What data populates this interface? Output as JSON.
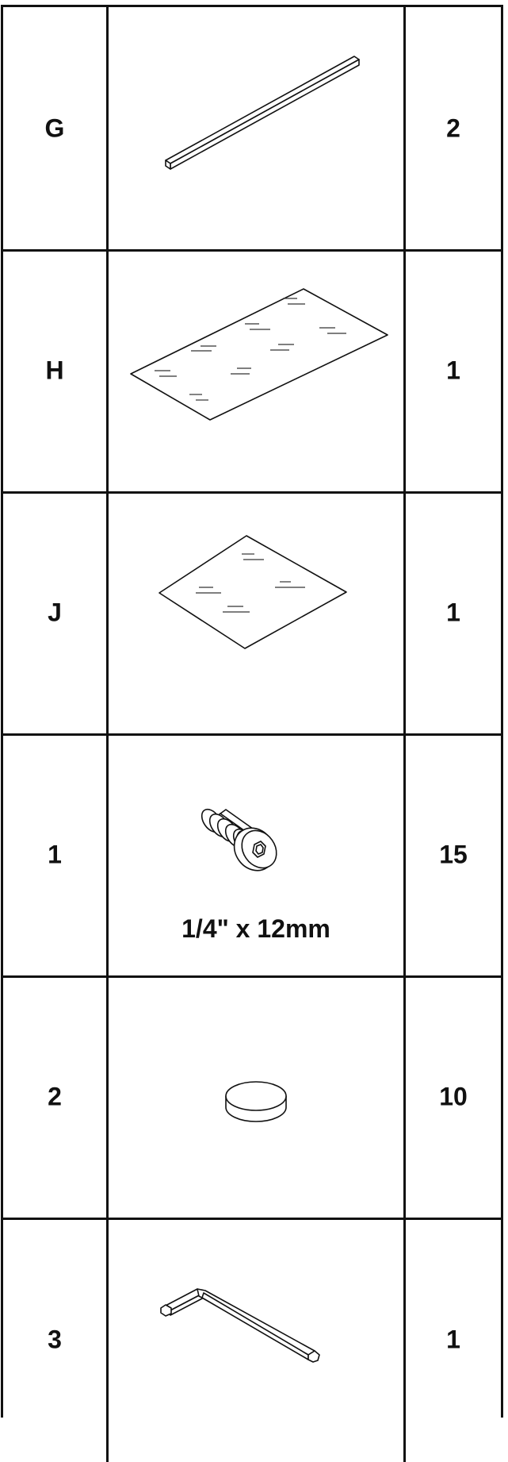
{
  "parts": [
    {
      "id": "G",
      "quantity": "2",
      "icon": "rod-icon"
    },
    {
      "id": "H",
      "quantity": "1",
      "icon": "large-glass-panel-icon"
    },
    {
      "id": "J",
      "quantity": "1",
      "icon": "small-glass-panel-icon"
    },
    {
      "id": "1",
      "quantity": "15",
      "icon": "hex-bolt-icon",
      "size": "1/4\" x 12mm"
    },
    {
      "id": "2",
      "quantity": "10",
      "icon": "felt-pad-icon"
    },
    {
      "id": "3",
      "quantity": "1",
      "icon": "allen-wrench-icon"
    }
  ]
}
